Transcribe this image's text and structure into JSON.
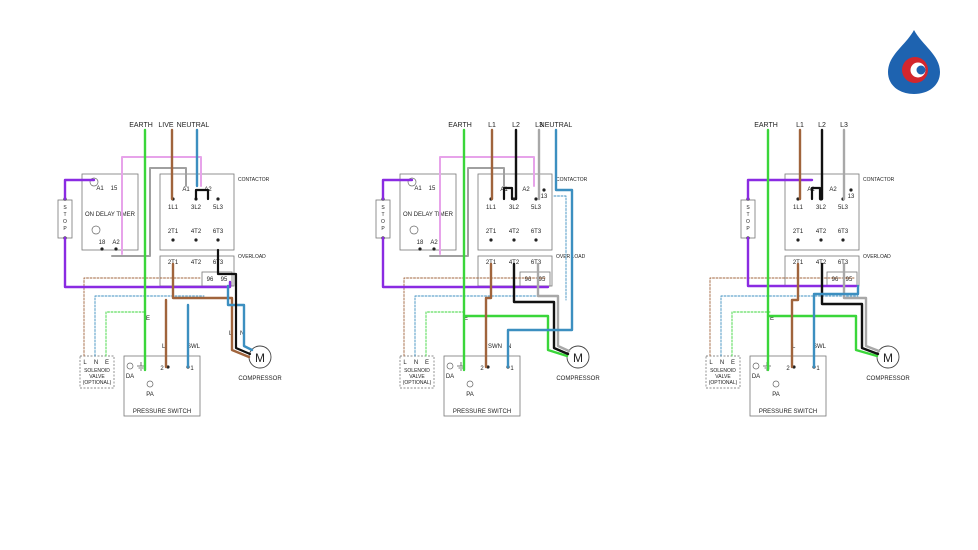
{
  "colors": {
    "earth": "#3ad63a",
    "live": "#a0643c",
    "neutral": "#3c8fc0",
    "l2": "#111111",
    "l3": "#a8a8a8",
    "control": "#8a2be2",
    "pink": "#e7a3ea",
    "grey_wire": "#a0a0a0",
    "logo_blue": "#1e63b0",
    "logo_red": "#d3262d"
  },
  "logo": {
    "icon": "droplet-logo-icon"
  },
  "diagrams": [
    {
      "id": "single-phase",
      "supply": [
        "EARTH",
        "LIVE",
        "NEUTRAL"
      ],
      "contactor": {
        "title": "CONTACTOR",
        "top": [
          "A1",
          "A2"
        ],
        "upper": [
          "1L1",
          "3L2",
          "5L3"
        ],
        "lower": [
          "2T1",
          "4T2",
          "6T3"
        ]
      },
      "overload": {
        "title": "OVERLOAD",
        "top": [
          "2T1",
          "4T2",
          "6T3"
        ],
        "contacts": [
          "96",
          "95"
        ]
      },
      "timer": {
        "title": "ON DELAY TIMER",
        "terms_top": [
          "A1",
          "15"
        ],
        "terms_bottom": [
          "18",
          "A2"
        ]
      },
      "stop": "STOP",
      "solenoid": {
        "terms": [
          "L",
          "N",
          "E"
        ],
        "text": [
          "SOLENOID",
          "VALVE",
          "(OPTIONAL)"
        ]
      },
      "pressure_switch": {
        "title": "PRESSURE SWITCH",
        "da": "DA",
        "pa": "PA",
        "terms": [
          "2",
          "1"
        ]
      },
      "wire_labels": [
        "E",
        "L",
        "SWL",
        "L",
        "N"
      ],
      "motor": {
        "symbol": "M",
        "label": "COMPRESSOR"
      }
    },
    {
      "id": "three-phase-neutral",
      "supply": [
        "EARTH",
        "L1",
        "L2",
        "L3",
        "NEUTRAL"
      ],
      "contactor": {
        "title": "CONTACTOR",
        "top": [
          "A1",
          "A2"
        ],
        "upper": [
          "1L1",
          "3L2",
          "5L3"
        ],
        "lower": [
          "2T1",
          "4T2",
          "6T3"
        ],
        "extra": "13"
      },
      "overload": {
        "title": "OVER LOAD",
        "top": [
          "2T1",
          "4T2",
          "6T3"
        ],
        "contacts": [
          "96",
          "95"
        ]
      },
      "timer": {
        "title": "ON DELAY TIMER",
        "terms_top": [
          "A1",
          "15"
        ],
        "terms_bottom": [
          "18",
          "A2"
        ]
      },
      "stop": "STOP",
      "solenoid": {
        "terms": [
          "L",
          "N",
          "E"
        ],
        "text": [
          "SOLENOID",
          "VALVE",
          "(OPTIONAL)"
        ]
      },
      "pressure_switch": {
        "title": "PRESSURE SWITCH",
        "da": "DA",
        "pa": "PA",
        "terms": [
          "2",
          "1"
        ]
      },
      "wire_labels": [
        "E",
        "SWN",
        "N"
      ],
      "motor": {
        "symbol": "M",
        "label": "COMPRESSOR"
      }
    },
    {
      "id": "three-phase",
      "supply": [
        "EARTH",
        "L1",
        "L2",
        "L3"
      ],
      "contactor": {
        "title": "CONTACTOR",
        "top": [
          "A1",
          "A2"
        ],
        "upper": [
          "1L1",
          "3L2",
          "5L3"
        ],
        "lower": [
          "2T1",
          "4T2",
          "6T3"
        ],
        "extra": "13"
      },
      "overload": {
        "title": "OVERLOAD",
        "top": [
          "2T1",
          "4T2",
          "6T3"
        ],
        "contacts": [
          "96",
          "95"
        ]
      },
      "stop": "STOP",
      "solenoid": {
        "terms": [
          "L",
          "N",
          "E"
        ],
        "text": [
          "SOLENOID",
          "VALVE",
          "(OPTIONAL)"
        ]
      },
      "pressure_switch": {
        "title": "PRESSURE SWITCH",
        "da": "DA",
        "pa": "PA",
        "terms": [
          "2",
          "1"
        ]
      },
      "wire_labels": [
        "E",
        "L",
        "SWL"
      ],
      "motor": {
        "symbol": "M",
        "label": "COMPRESSOR"
      }
    }
  ]
}
